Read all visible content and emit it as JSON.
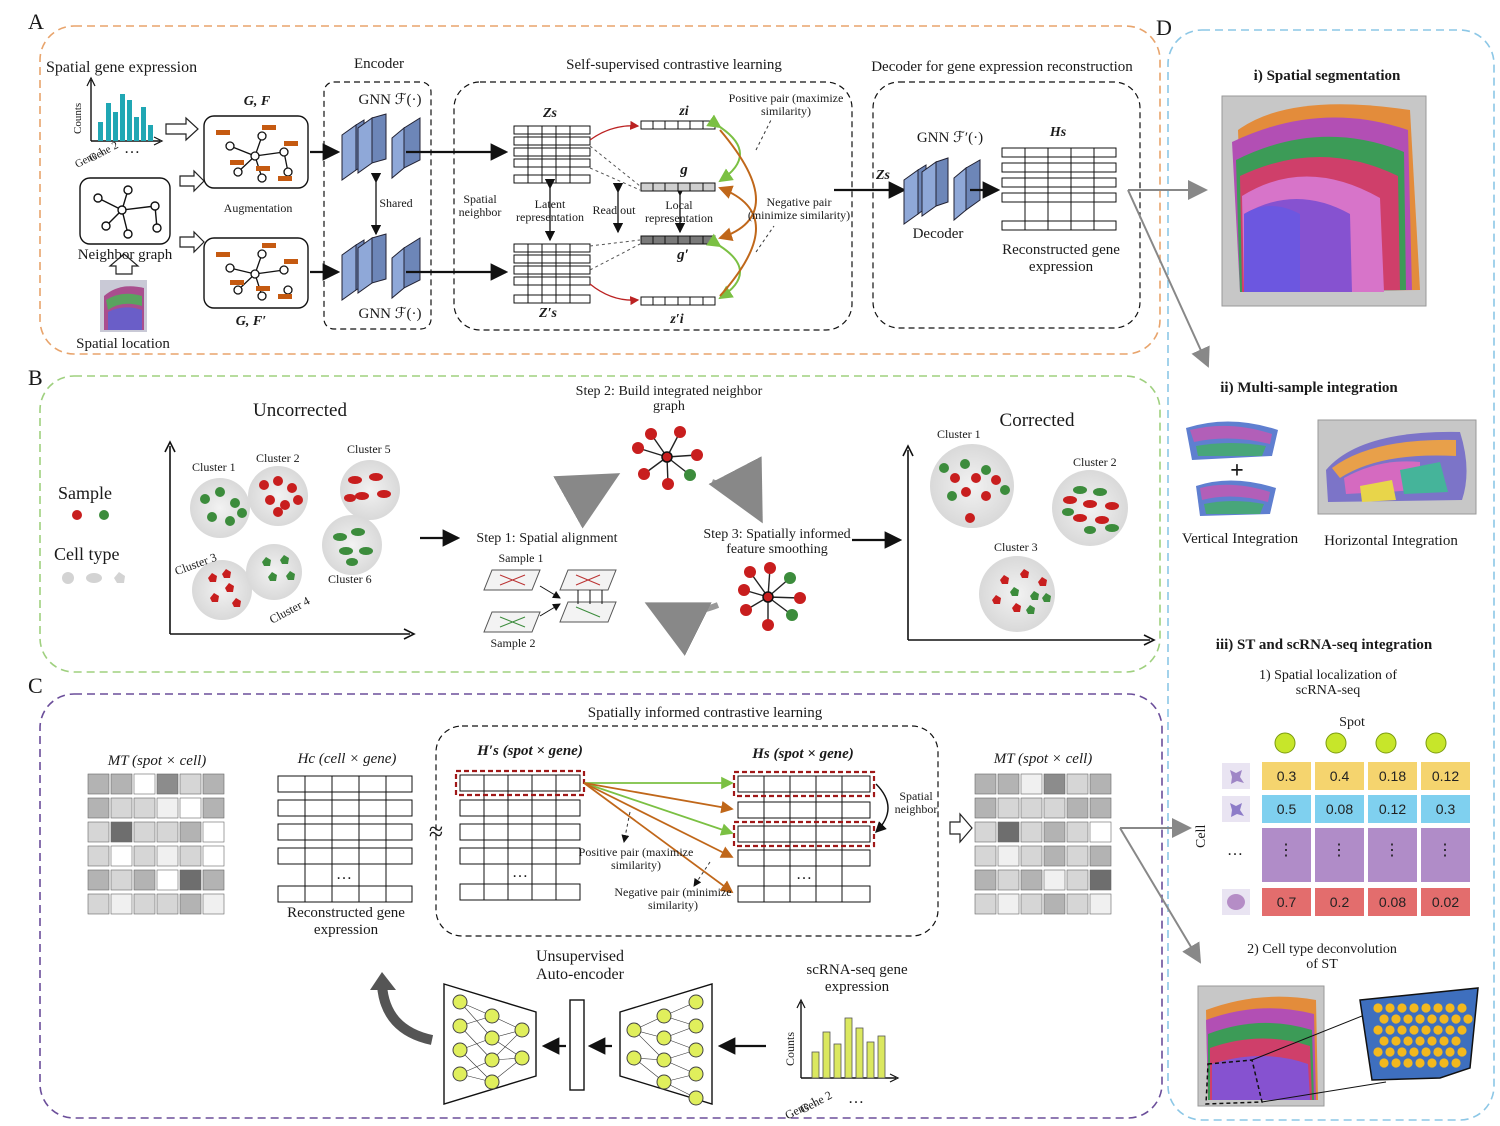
{
  "panels": {
    "a": "A",
    "b": "B",
    "c": "C",
    "d": "D"
  },
  "colors": {
    "orange": "#e8a46c",
    "green": "#9fd07f",
    "purple": "#6b4e9a",
    "blue": "#8cc7e6",
    "red": "#c81e1e",
    "leafgreen": "#3c8c3c"
  },
  "panel_a": {
    "spatial_gene_expression": "Spatial gene expression",
    "counts": "Counts",
    "gene1": "Gene 1",
    "gene2": "Gene 2",
    "ellipsis": "…",
    "gf": "G, F",
    "gf_prime": "G, F′",
    "augmentation": "Augmentation",
    "neighbor_graph": "Neighbor graph",
    "spatial_location": "Spatial location",
    "encoder": "Encoder",
    "gnn": "GNN ℱ(·)",
    "shared": "Shared",
    "ssl": "Self-supervised contrastive learning",
    "zs": "Zs",
    "zs_prime": "Z′s",
    "zi": "zi",
    "zi_prime": "z′i",
    "g": "g",
    "g_prime": "g′",
    "spatial_neighbor": "Spatial neighbor",
    "latent_rep": "Latent representation",
    "readout": "Read out",
    "local_rep": "Local representation",
    "positive_pair": "Positive pair (maximize similarity)",
    "negative_pair": "Negative pair (minimize similarity)",
    "decoder_title": "Decoder for gene expression reconstruction",
    "gnn_prime": "GNN ℱ′(·)",
    "hs": "Hs",
    "decoder": "Decoder",
    "reconstructed": "Reconstructed gene expression"
  },
  "panel_b": {
    "uncorrected": "Uncorrected",
    "corrected": "Corrected",
    "sample": "Sample",
    "cell_type": "Cell type",
    "clusters_left": [
      "Cluster 1",
      "Cluster 2",
      "Cluster 5",
      "Cluster 3",
      "Cluster 4",
      "Cluster 6"
    ],
    "clusters_right": [
      "Cluster 1",
      "Cluster 2",
      "Cluster 3"
    ],
    "step1": "Step 1: Spatial alignment",
    "step2": "Step 2: Build integrated neighbor graph",
    "step3": "Step 3: Spatially informed feature smoothing",
    "sample1": "Sample 1",
    "sample2": "Sample 2"
  },
  "panel_c": {
    "sicl": "Spatially informed contrastive learning",
    "mt": "MT (spot × cell)",
    "hc": "Hc (cell × gene)",
    "hs_prime": "H′s (spot × gene)",
    "hs": "Hs (spot × gene)",
    "recon": "Reconstructed gene expression",
    "positive_pair": "Positive pair (maximize similarity)",
    "negative_pair": "Negative pair (minimize similarity)",
    "spatial_neighbor": "Spatial neighbor",
    "autoencoder": "Unsupervised Auto-encoder",
    "scrna": "scRNA-seq gene expression",
    "counts": "Counts",
    "gene1": "Gene 1",
    "gene2": "Gene 2",
    "approx": "≈",
    "ellipsis": "…"
  },
  "panel_d": {
    "seg": "i) Spatial segmentation",
    "multi": "ii) Multi-sample integration",
    "vertical": "Vertical Integration",
    "horizontal": "Horizontal Integration",
    "plus": "+",
    "st": "iii) ST and scRNA-seq integration",
    "loc": "1) Spatial localization of scRNA-seq",
    "spot": "Spot",
    "cell": "Cell",
    "dots": "⋮",
    "hdots": "…",
    "decon": "2) Cell type deconvolution of ST",
    "matrix": [
      [
        "0.3",
        "0.4",
        "0.18",
        "0.12"
      ],
      [
        "0.5",
        "0.08",
        "0.12",
        "0.3"
      ],
      [
        "0.7",
        "0.2",
        "0.08",
        "0.02"
      ]
    ]
  }
}
